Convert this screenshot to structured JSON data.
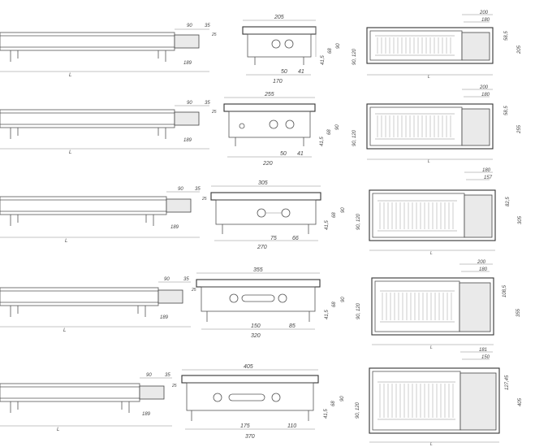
{
  "drawing": {
    "rows": [
      {
        "side": {
          "d1": "90",
          "d2": "35",
          "d3": "25",
          "d4": "189",
          "length": "L"
        },
        "section": {
          "width": "205",
          "h1": "41,5",
          "h2": "68",
          "h3": "90",
          "h4": "90, 120",
          "b1": "50",
          "b2": "41",
          "total": "170"
        },
        "plan": {
          "w1": "200",
          "w2": "180",
          "w3": "58,5",
          "depth": "205",
          "length": "L"
        }
      },
      {
        "side": {
          "d1": "90",
          "d2": "35",
          "d3": "25",
          "d4": "189",
          "length": "L"
        },
        "section": {
          "width": "255",
          "h1": "41,5",
          "h2": "68",
          "h3": "90",
          "h4": "90, 120",
          "b1": "50",
          "b2": "41",
          "total": "220"
        },
        "plan": {
          "w1": "200",
          "w2": "180",
          "w3": "58,5",
          "depth": "255",
          "length": "L"
        }
      },
      {
        "side": {
          "d1": "90",
          "d2": "35",
          "d3": "25",
          "d4": "189",
          "length": "L"
        },
        "section": {
          "width": "305",
          "h1": "41,5",
          "h2": "68",
          "h3": "90",
          "h4": "90, 120",
          "b1": "75",
          "b2": "66",
          "total": "270"
        },
        "plan": {
          "w1": "180",
          "w2": "157",
          "w3": "82,5",
          "depth": "305",
          "length": "L"
        }
      },
      {
        "side": {
          "d1": "90",
          "d2": "35",
          "d3": "25",
          "d4": "189",
          "length": "L"
        },
        "section": {
          "width": "355",
          "h1": "41,5",
          "h2": "68",
          "h3": "90",
          "h4": "90, 120",
          "b1": "150",
          "b2": "85",
          "total": "320"
        },
        "plan": {
          "w1": "200",
          "w2": "180",
          "w3": "108,5",
          "depth": "355",
          "length": "L"
        }
      },
      {
        "side": {
          "d1": "90",
          "d2": "35",
          "d3": "25",
          "d4": "189",
          "length": "L"
        },
        "section": {
          "width": "405",
          "h1": "41,5",
          "h2": "68",
          "h3": "90",
          "h4": "90, 120",
          "b1": "175",
          "b2": "110",
          "total": "370"
        },
        "plan": {
          "w1": "181",
          "w2": "150",
          "w3": "127,45",
          "depth": "405",
          "length": "L"
        }
      }
    ]
  }
}
